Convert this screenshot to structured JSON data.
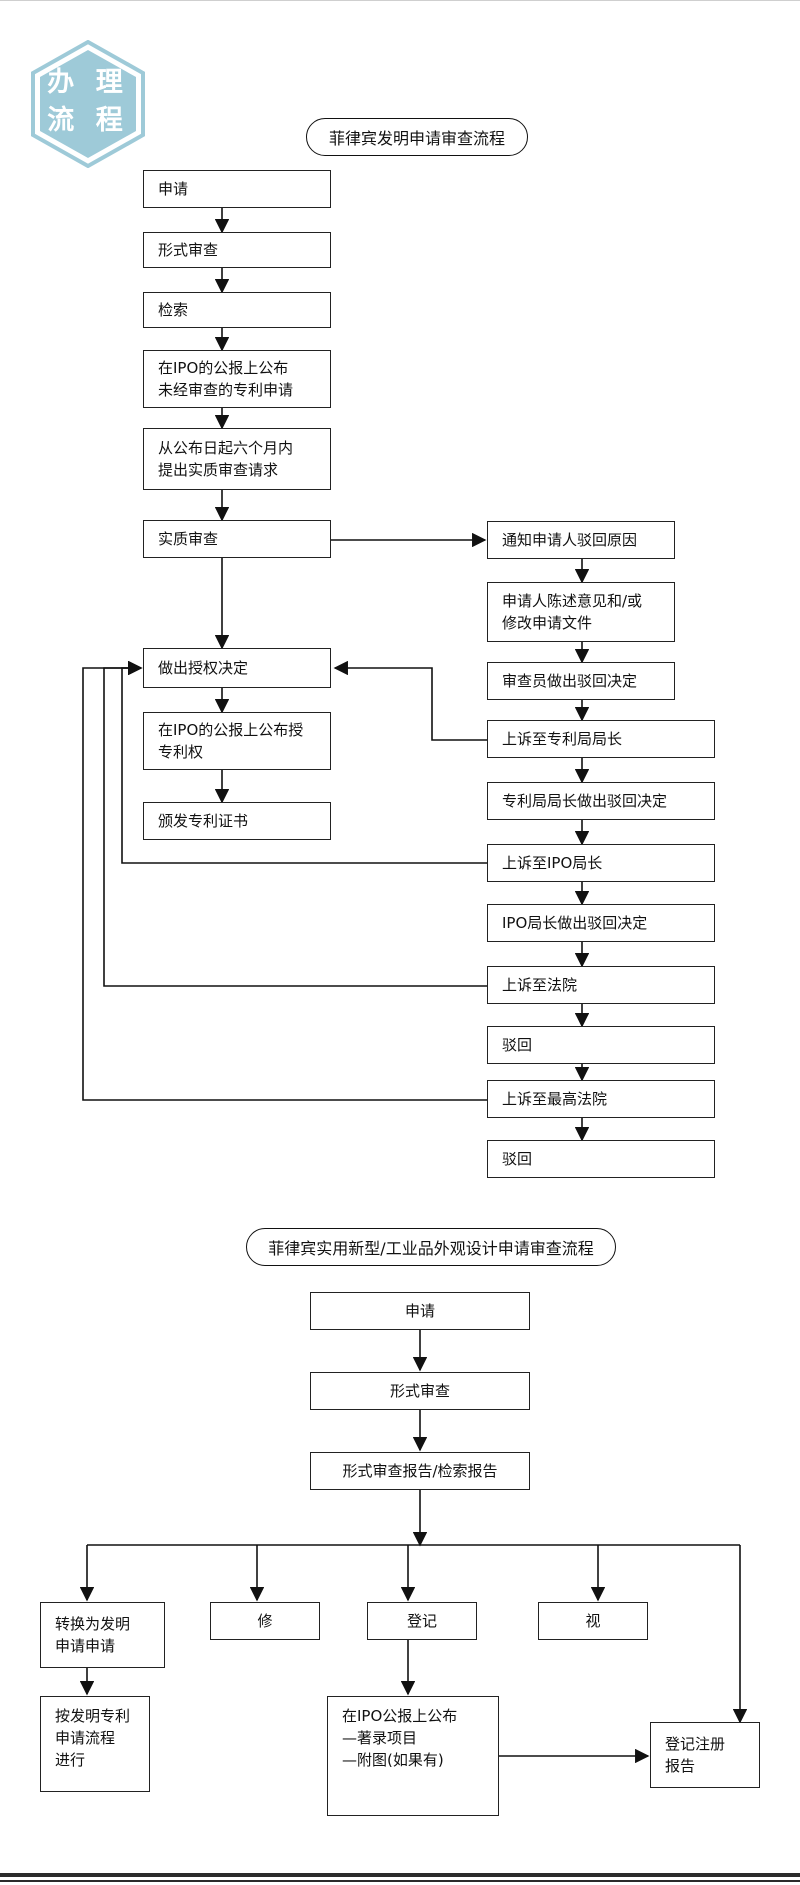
{
  "badge": {
    "line1": "办 理",
    "line2": "流 程",
    "color": "#9ecad8"
  },
  "flow1": {
    "title": "菲律宾发明申请审查流程",
    "left": [
      "申请",
      "形式审查",
      "检索",
      "在IPO的公报上公布\n未经审查的专利申请",
      "从公布日起六个月内\n提出实质审查请求",
      "实质审查",
      "做出授权决定",
      "在IPO的公报上公布授\n专利权",
      "颁发专利证书"
    ],
    "right": [
      "通知申请人驳回原因",
      "申请人陈述意见和/或\n修改申请文件",
      "审查员做出驳回决定",
      "上诉至专利局局长",
      "专利局局长做出驳回决定",
      "上诉至IPO局长",
      "IPO局长做出驳回决定",
      "上诉至法院",
      "驳回",
      "上诉至最高法院",
      "驳回"
    ]
  },
  "flow2": {
    "title": "菲律宾实用新型/工业品外观设计申请审查流程",
    "main": [
      "申请",
      "形式审查",
      "形式审查报告/检索报告"
    ],
    "branches": {
      "convert": "转换为发明\n申请申请",
      "follow": "按发明专利\n申请流程\n进行",
      "modify": "修",
      "register": "登记",
      "view": "视",
      "publish": "在IPO公报上公布\n—著录项目\n—附图(如果有)",
      "cert": "登记注册\n报告"
    }
  }
}
